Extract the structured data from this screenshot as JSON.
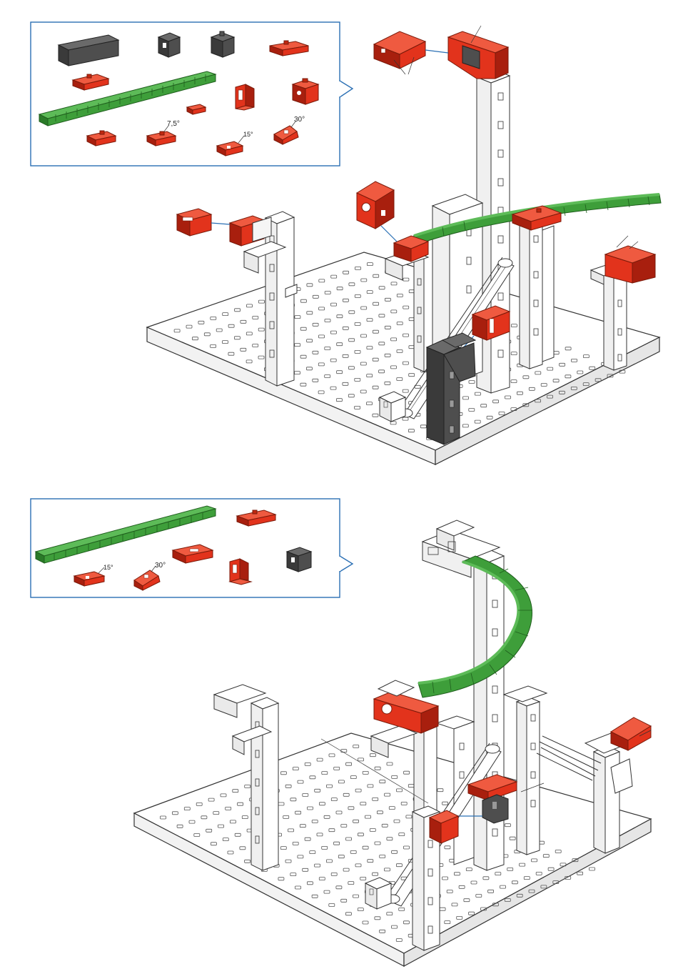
{
  "colors": {
    "red": "#e2331c",
    "red_dark": "#a81f0e",
    "green": "#3e9e3a",
    "green_dark": "#2a7a28",
    "gray": "#4a4a4a",
    "gray_dark": "#2b2b2b",
    "white_part": "#ffffff",
    "outline": "#333333",
    "callout_blue": "#2a6fb4",
    "baseplate_hole": "#555555"
  },
  "step1": {
    "parts_box": {
      "angle_labels": {
        "a": "7,5°",
        "b": "15°",
        "c": "30°"
      }
    }
  },
  "step2": {
    "parts_box": {
      "angle_labels": {
        "a": "15°",
        "b": "30°"
      }
    }
  }
}
